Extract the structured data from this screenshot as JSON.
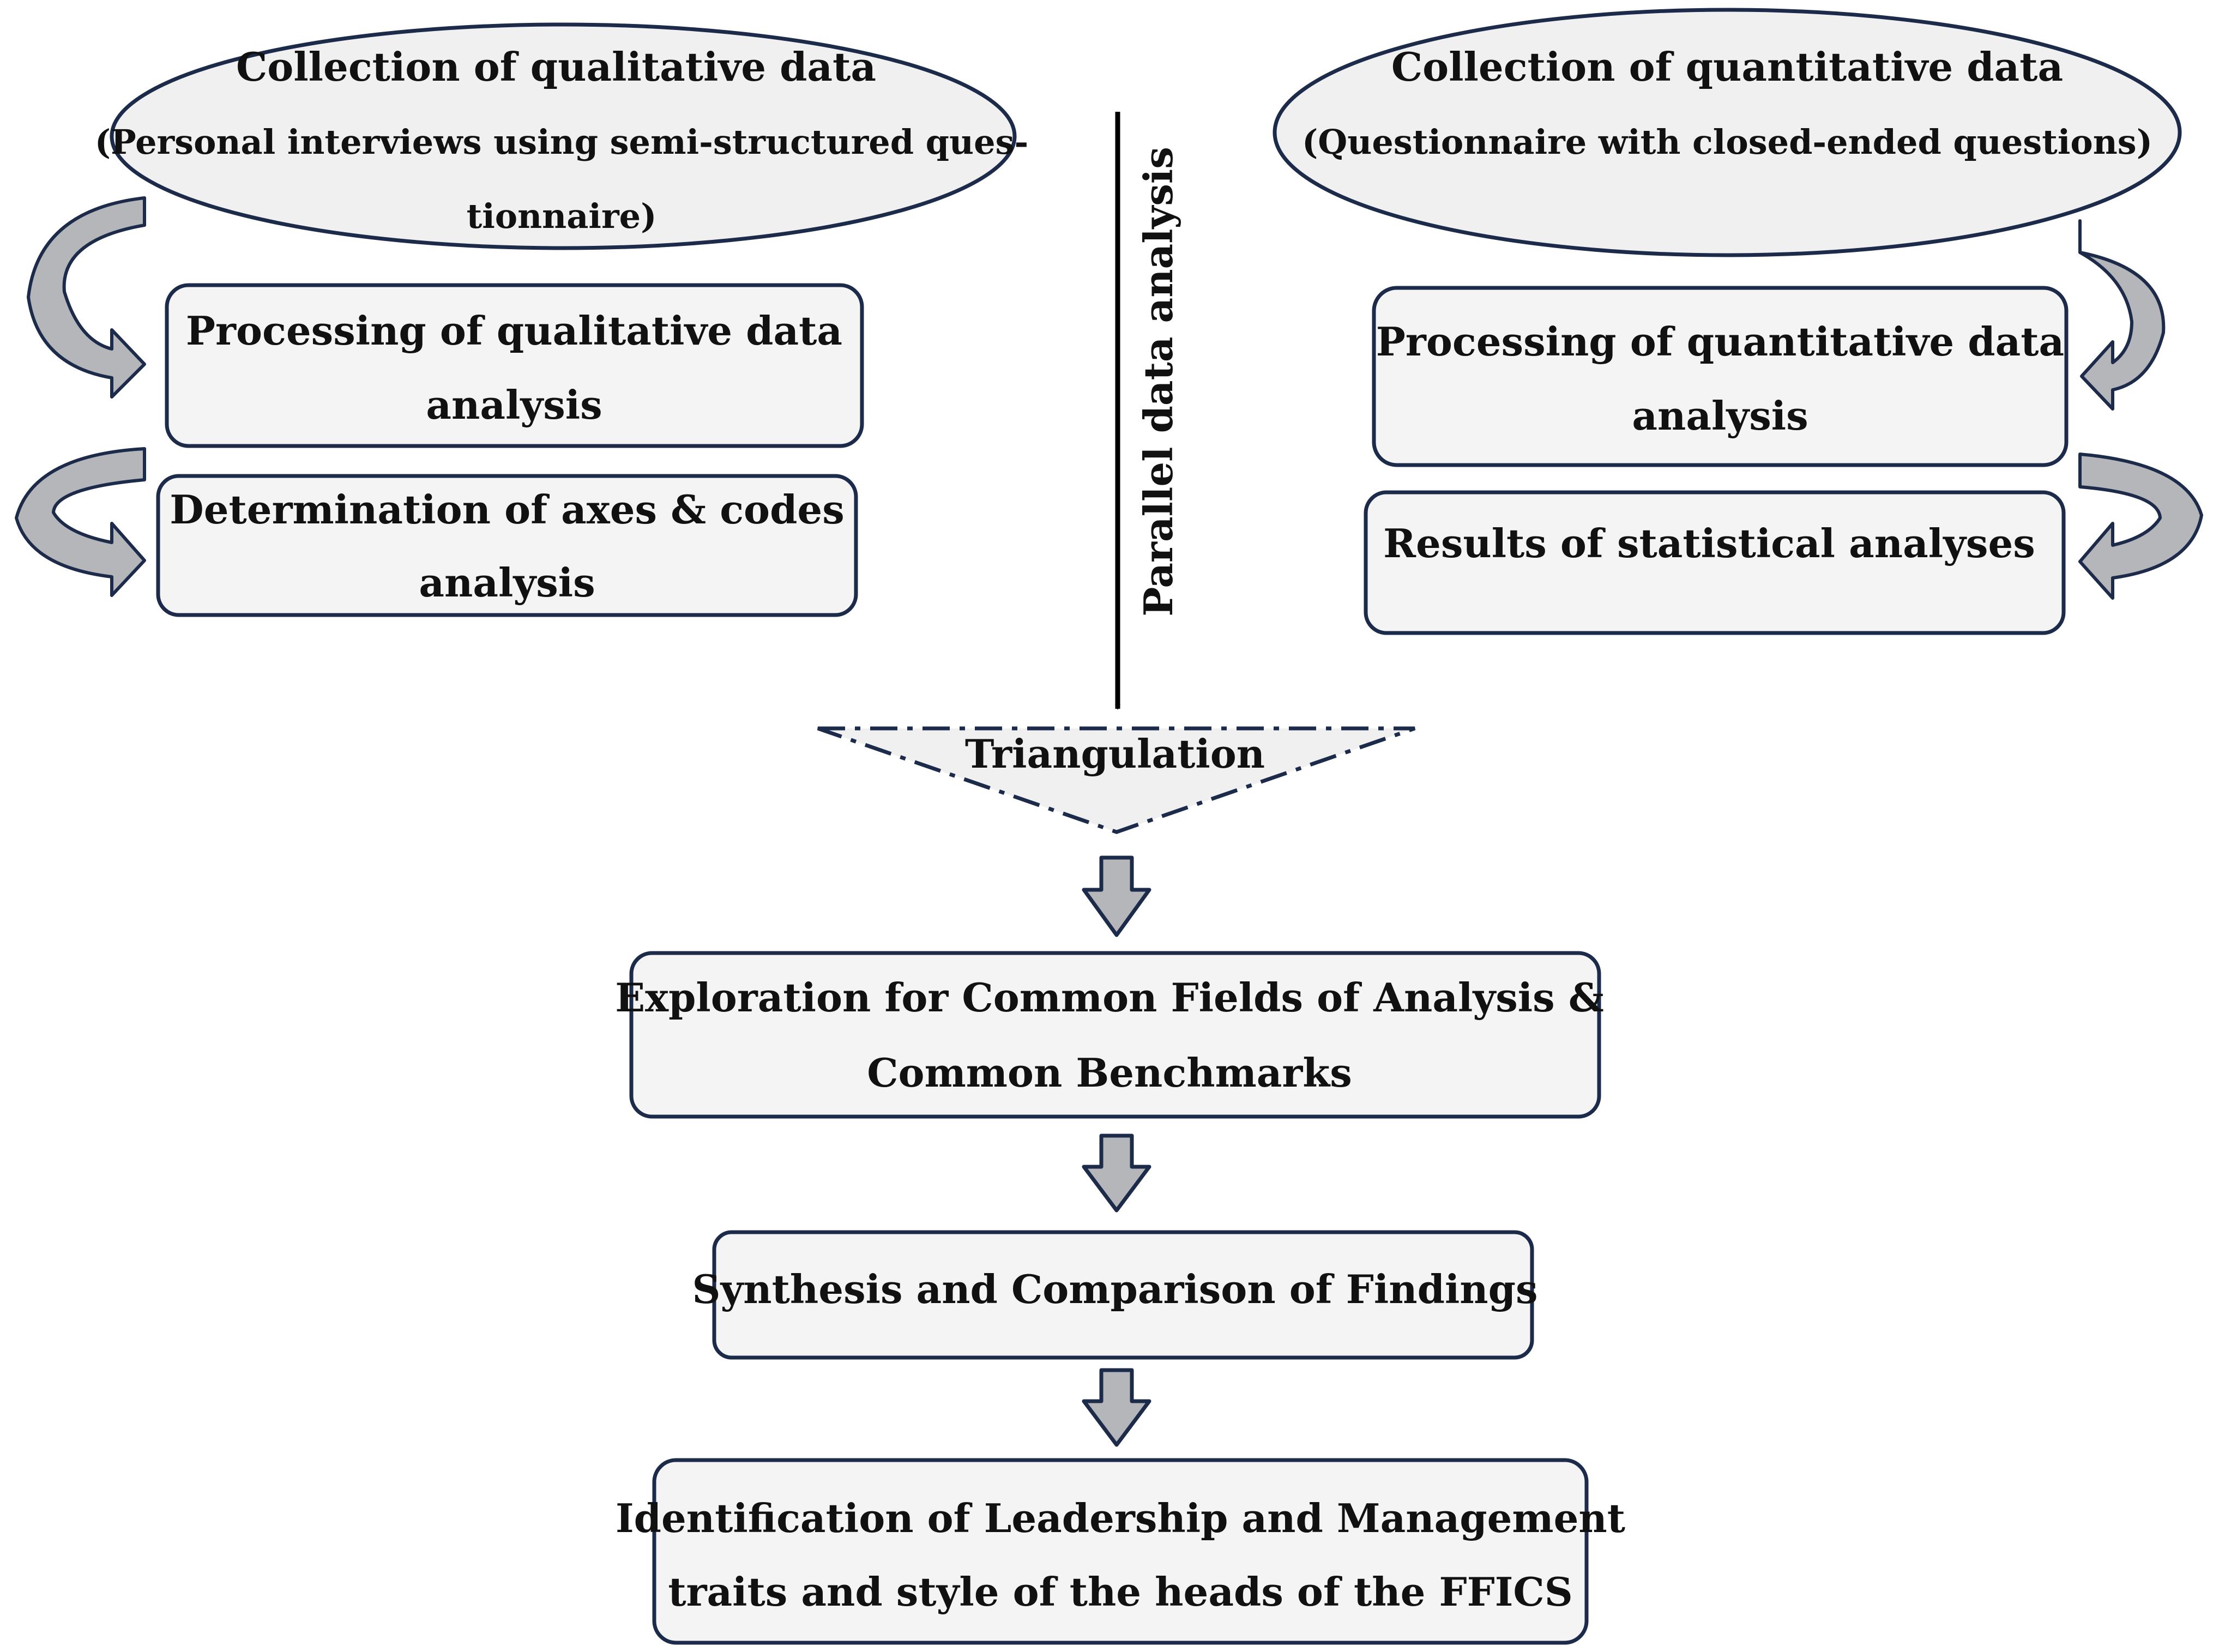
{
  "qualitative": {
    "collection_title": "Collection of qualitative data",
    "collection_sub_1": "(Personal interviews using semi-structured ques-",
    "collection_sub_2": "tionnaire)",
    "processing_1": "Processing of qualitative data",
    "processing_2": "analysis",
    "determination_1": "Determination of axes & codes",
    "determination_2": "analysis"
  },
  "quantitative": {
    "collection_title": "Collection of quantitative data",
    "collection_sub": "(Questionnaire with closed-ended questions)",
    "processing_1": "Processing of quantitative data",
    "processing_2": "analysis",
    "results": "Results of statistical analyses"
  },
  "center": {
    "parallel_label": "Parallel data analysis",
    "triangulation": "Triangulation"
  },
  "flow": {
    "exploration_1": "Exploration for Common Fields of Analysis &",
    "exploration_2": "Common Benchmarks",
    "synthesis": "Synthesis and Comparison of Findings",
    "identification_1": "Identification of Leadership and Management",
    "identification_2": "traits and style of the heads of the FFICS"
  }
}
